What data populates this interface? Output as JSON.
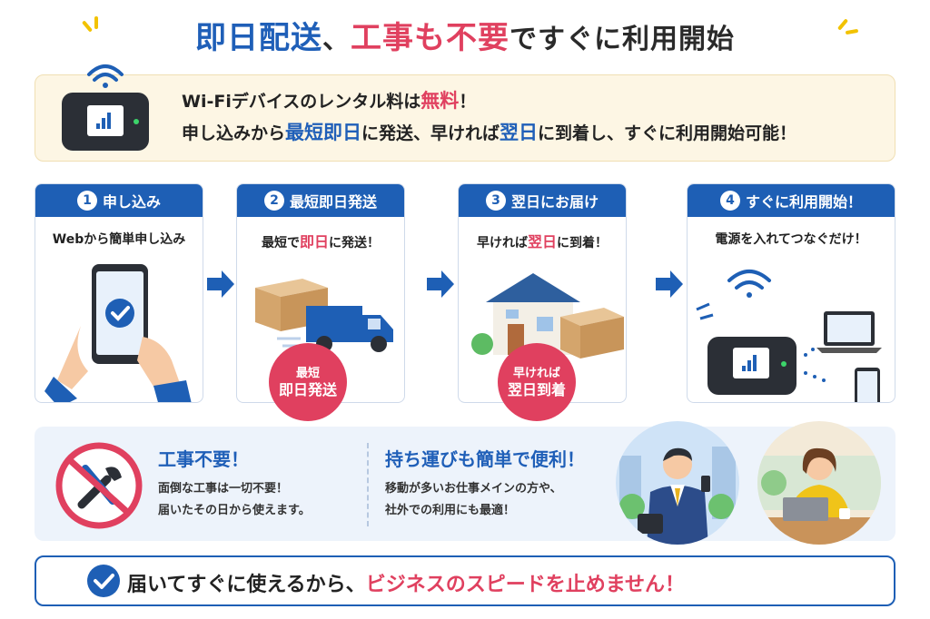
{
  "title": {
    "part1": "即日配送",
    "sep": "、",
    "part2": "工事も不要",
    "part3": "ですぐに利用開始"
  },
  "banner": {
    "line1_a": "Wi-Fiデバイスのレンタル料は",
    "line1_b": "無料",
    "line1_c": "！",
    "line2_a": "申し込みから",
    "line2_b": "最短即日",
    "line2_c": "に発送、早ければ",
    "line2_d": "翌日",
    "line2_e": "に到着し、すぐに利用開始可能！"
  },
  "steps": [
    {
      "num": "1",
      "label": "申し込み",
      "sub_a": "Webから簡単申し込み",
      "sub_b": "",
      "sub_c": ""
    },
    {
      "num": "2",
      "label": "最短即日発送",
      "sub_a": "最短で",
      "sub_b": "即日",
      "sub_c": "に発送！"
    },
    {
      "num": "3",
      "label": "翌日にお届け",
      "sub_a": "早ければ",
      "sub_b": "翌日",
      "sub_c": "に到着！"
    },
    {
      "num": "4",
      "label": "すぐに利用開始！",
      "sub_a": "電源を入れてつなぐだけ！",
      "sub_b": "",
      "sub_c": ""
    }
  ],
  "badges": {
    "b1_small": "最短",
    "b1_big": "即日発送",
    "b2_small": "早ければ",
    "b2_big": "翌日到着"
  },
  "info": {
    "left_heading": "工事不要！",
    "left_line1": "面倒な工事は一切不要！",
    "left_line2": "届いたその日から使えます。",
    "right_heading": "持ち運びも簡単で便利！",
    "right_line1": "移動が多いお仕事メインの方や、",
    "right_line2": "社外での利用にも最適！"
  },
  "footer": {
    "text_a": "届いてすぐに使えるから、",
    "text_b": "ビジネスのスピードを止めません！"
  },
  "colors": {
    "brand_blue": "#1e5fb5",
    "accent_red": "#e0405f",
    "banner_bg": "#fdf6e4",
    "info_bg": "#edf3fb"
  }
}
